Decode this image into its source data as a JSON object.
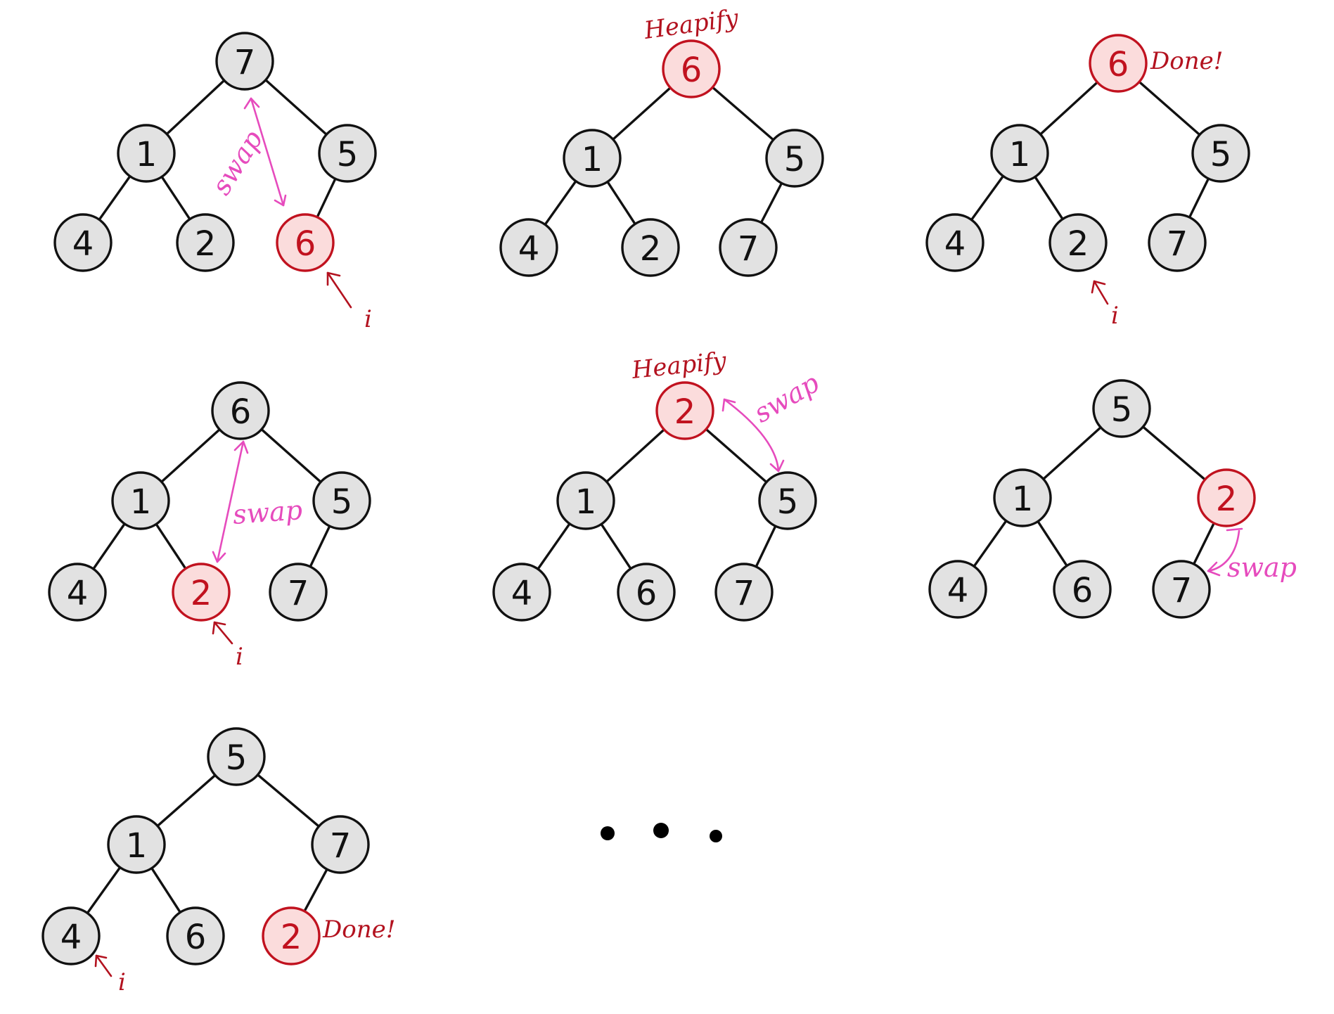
{
  "colors": {
    "node_fill": "#e2e2e2",
    "highlight_fill": "#fbdcdc",
    "highlight_stroke": "#c1121f",
    "annotation_red": "#b3121f",
    "annotation_pink": "#e64bbd",
    "line": "#111111"
  },
  "trees": [
    {
      "root": "7",
      "left": "1",
      "right": "5",
      "left_left": "4",
      "left_right": "2",
      "right_left": "6",
      "highlight": "right_left",
      "labels": {
        "swap": "swap",
        "pointer": "i"
      }
    },
    {
      "root": "6",
      "left": "1",
      "right": "5",
      "left_left": "4",
      "left_right": "2",
      "right_left": "7",
      "highlight": "root",
      "labels": {
        "heapify": "Heapify"
      }
    },
    {
      "root": "6",
      "left": "1",
      "right": "5",
      "left_left": "4",
      "left_right": "2",
      "right_left": "7",
      "highlight": "root",
      "labels": {
        "done": "Done!",
        "pointer": "i"
      }
    },
    {
      "root": "6",
      "left": "1",
      "right": "5",
      "left_left": "4",
      "left_right": "2",
      "right_left": "7",
      "highlight": "left_right",
      "labels": {
        "swap": "swap",
        "pointer": "i"
      }
    },
    {
      "root": "2",
      "left": "1",
      "right": "5",
      "left_left": "4",
      "left_right": "6",
      "right_left": "7",
      "highlight": "root",
      "labels": {
        "heapify": "Heapify",
        "swap": "swap"
      }
    },
    {
      "root": "5",
      "left": "1",
      "right": "2",
      "left_left": "4",
      "left_right": "6",
      "right_left": "7",
      "highlight": "right",
      "labels": {
        "swap": "swap"
      }
    },
    {
      "root": "5",
      "left": "1",
      "right": "7",
      "left_left": "4",
      "left_right": "6",
      "right_left": "2",
      "highlight": "right_left",
      "labels": {
        "done": "Done!",
        "pointer": "i"
      }
    }
  ]
}
